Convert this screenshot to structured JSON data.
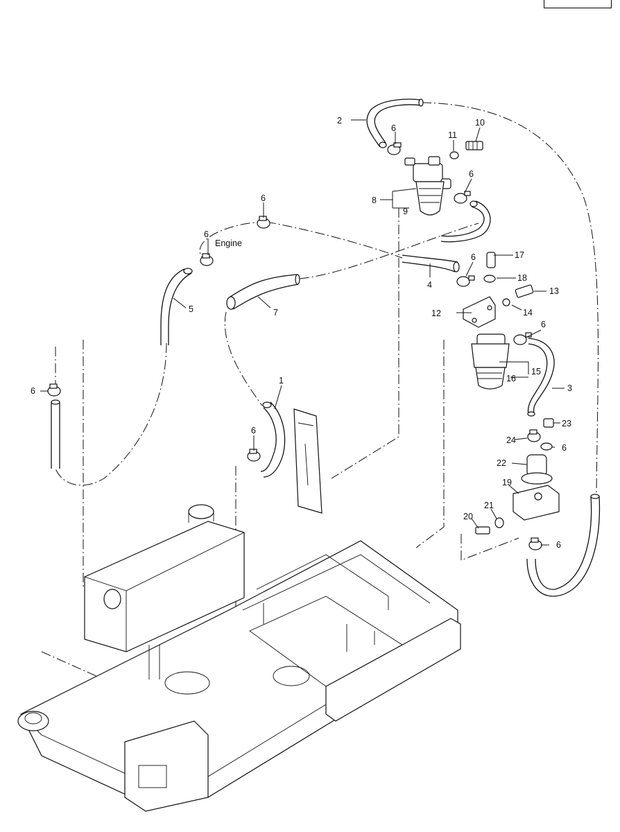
{
  "diagram": {
    "note_label": "Engine",
    "callouts": [
      {
        "id": "c2",
        "text": "2"
      },
      {
        "id": "c6a",
        "text": "6"
      },
      {
        "id": "c11",
        "text": "11"
      },
      {
        "id": "c10",
        "text": "10"
      },
      {
        "id": "c6b",
        "text": "6"
      },
      {
        "id": "c8",
        "text": "8"
      },
      {
        "id": "c9",
        "text": "9"
      },
      {
        "id": "c6c",
        "text": "6"
      },
      {
        "id": "c6d",
        "text": "6"
      },
      {
        "id": "c6e",
        "text": "6"
      },
      {
        "id": "c17",
        "text": "17"
      },
      {
        "id": "c4",
        "text": "4"
      },
      {
        "id": "c18",
        "text": "18"
      },
      {
        "id": "c13",
        "text": "13"
      },
      {
        "id": "c5",
        "text": "5"
      },
      {
        "id": "c7",
        "text": "7"
      },
      {
        "id": "c12",
        "text": "12"
      },
      {
        "id": "c14",
        "text": "14"
      },
      {
        "id": "c6f",
        "text": "6"
      },
      {
        "id": "c15",
        "text": "15"
      },
      {
        "id": "c16",
        "text": "16"
      },
      {
        "id": "c3",
        "text": "3"
      },
      {
        "id": "c1",
        "text": "1"
      },
      {
        "id": "c6g",
        "text": "6"
      },
      {
        "id": "c23",
        "text": "23"
      },
      {
        "id": "c6h",
        "text": "6"
      },
      {
        "id": "c24",
        "text": "24"
      },
      {
        "id": "c6i",
        "text": "6"
      },
      {
        "id": "c22",
        "text": "22"
      },
      {
        "id": "c19",
        "text": "19"
      },
      {
        "id": "c21",
        "text": "21"
      },
      {
        "id": "c20",
        "text": "20"
      },
      {
        "id": "c6j",
        "text": "6"
      }
    ]
  }
}
